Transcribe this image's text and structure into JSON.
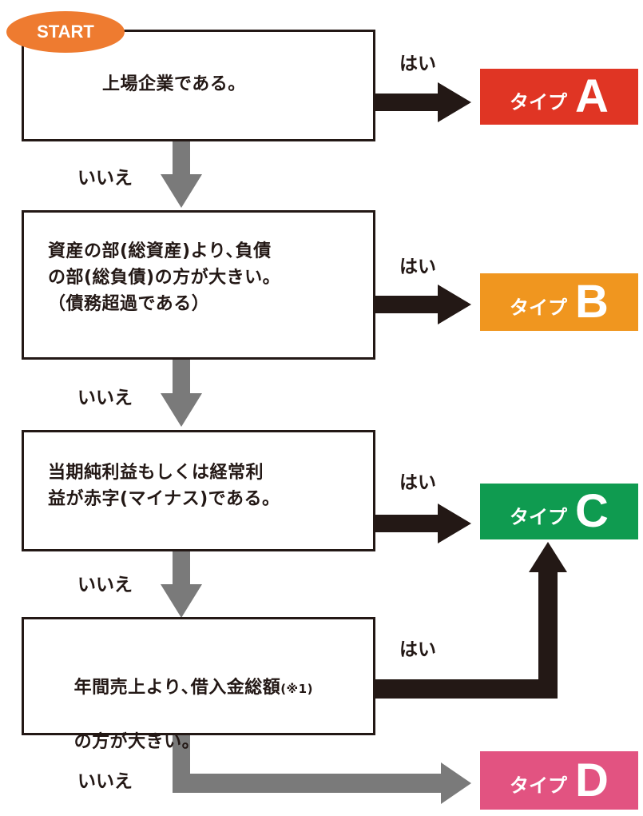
{
  "start": {
    "label": "START",
    "color": "#ee7b30"
  },
  "questions": [
    {
      "text": "上場企業である。"
    },
    {
      "text": "資産の部(総資産)より､負債\nの部(総負債)の方が大きい。\n（債務超過である）"
    },
    {
      "text": "当期純利益もしくは経常利\n益が赤字(マイナス)である。"
    },
    {
      "text": "年間売上より､借入金総額",
      "note": "(※1)",
      "text2": "の方が大きい。"
    }
  ],
  "labels": {
    "yes": "はい",
    "no": "いいえ"
  },
  "types": [
    {
      "prefix": "タイプ",
      "letter": "A",
      "color": "#e03524"
    },
    {
      "prefix": "タイプ",
      "letter": "B",
      "color": "#f0961f"
    },
    {
      "prefix": "タイプ",
      "letter": "C",
      "color": "#0f9b50"
    },
    {
      "prefix": "タイプ",
      "letter": "D",
      "color": "#e25381"
    }
  ],
  "colors": {
    "yes_arrow": "#231815",
    "no_arrow": "#7a7a7a",
    "border": "#231815"
  }
}
